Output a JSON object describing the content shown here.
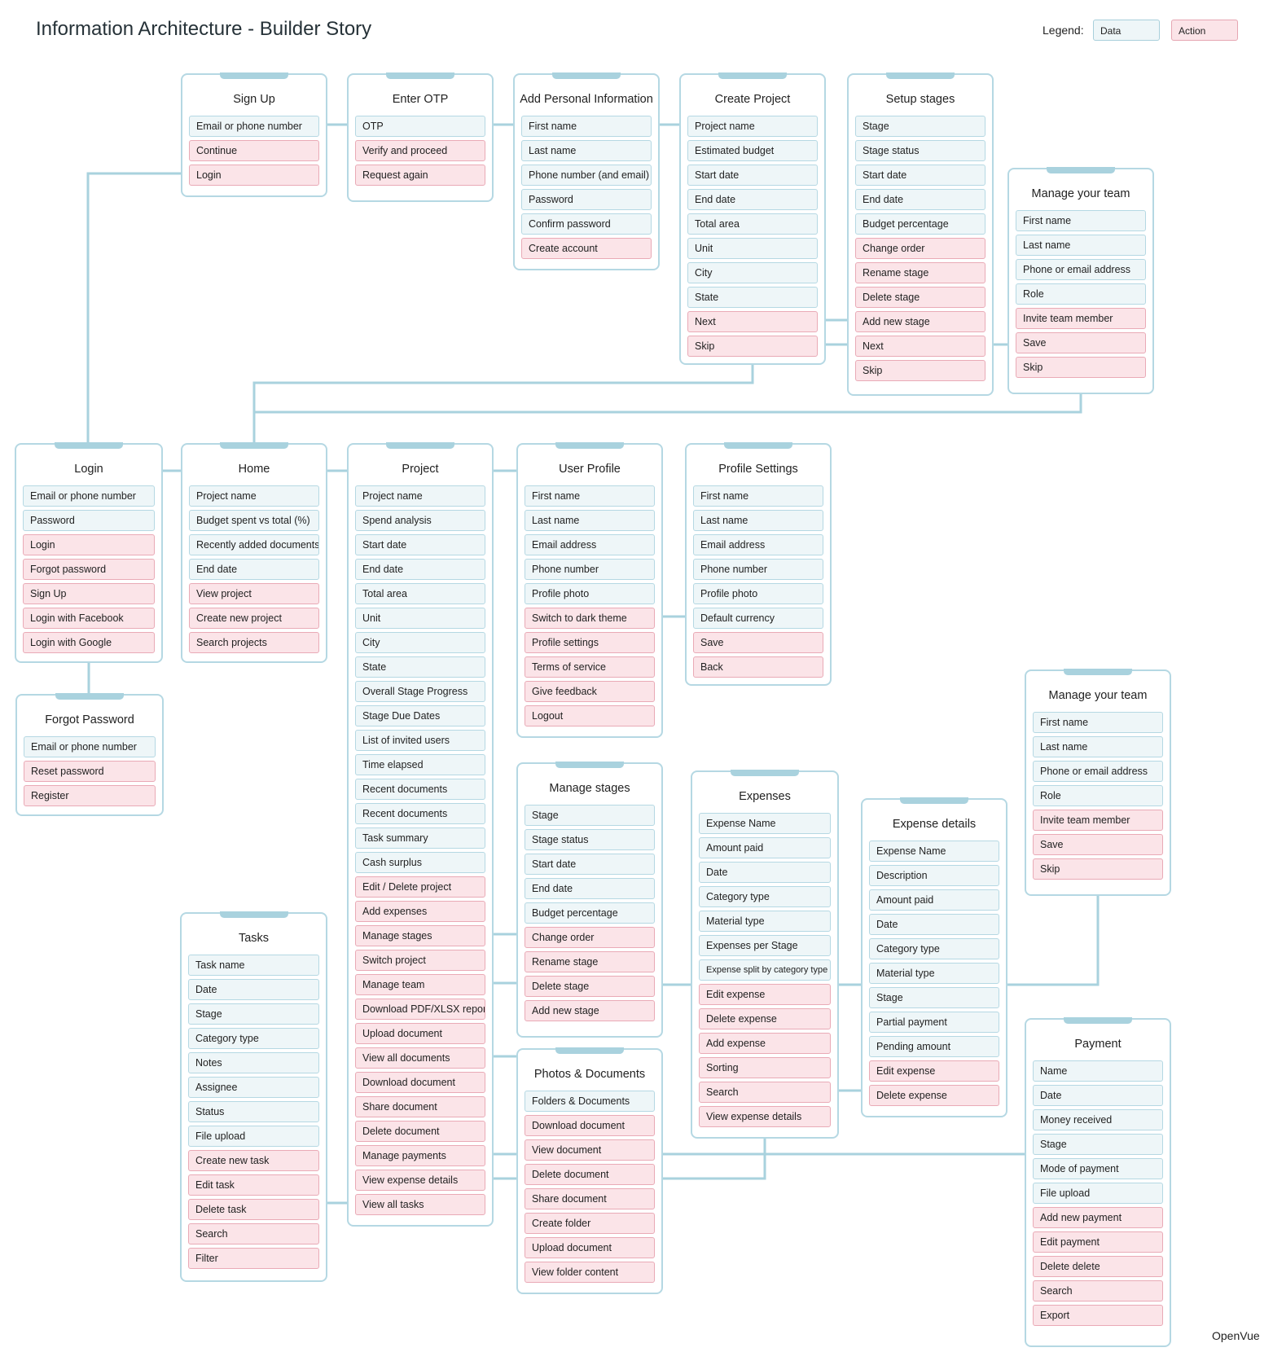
{
  "title": "Information Architecture - Builder Story",
  "legend": {
    "label": "Legend:",
    "data": "Data",
    "action": "Action"
  },
  "footer": "OpenVue",
  "colors": {
    "data_fill": "#eef6f8",
    "data_border": "#b5d8e3",
    "action_fill": "#fbe4e8",
    "action_border": "#e9aab6",
    "connector": "#a9d2de"
  },
  "cards": [
    {
      "id": "signup",
      "title": "Sign Up",
      "items": [
        {
          "label": "Email or phone number",
          "kind": "data"
        },
        {
          "label": "Continue",
          "kind": "action"
        },
        {
          "label": "Login",
          "kind": "action"
        }
      ]
    },
    {
      "id": "otp",
      "title": "Enter OTP",
      "items": [
        {
          "label": "OTP",
          "kind": "data"
        },
        {
          "label": "Verify and proceed",
          "kind": "action"
        },
        {
          "label": "Request again",
          "kind": "action"
        }
      ]
    },
    {
      "id": "personal",
      "title": "Add Personal Information",
      "items": [
        {
          "label": "First name",
          "kind": "data"
        },
        {
          "label": "Last name",
          "kind": "data"
        },
        {
          "label": "Phone number (and email)",
          "kind": "data"
        },
        {
          "label": "Password",
          "kind": "data"
        },
        {
          "label": "Confirm password",
          "kind": "data"
        },
        {
          "label": "Create account",
          "kind": "action"
        }
      ]
    },
    {
      "id": "create-project",
      "title": "Create Project",
      "items": [
        {
          "label": "Project name",
          "kind": "data"
        },
        {
          "label": "Estimated budget",
          "kind": "data"
        },
        {
          "label": "Start date",
          "kind": "data"
        },
        {
          "label": "End date",
          "kind": "data"
        },
        {
          "label": "Total area",
          "kind": "data"
        },
        {
          "label": "Unit",
          "kind": "data"
        },
        {
          "label": "City",
          "kind": "data"
        },
        {
          "label": "State",
          "kind": "data"
        },
        {
          "label": "Next",
          "kind": "action"
        },
        {
          "label": "Skip",
          "kind": "action"
        }
      ]
    },
    {
      "id": "setup-stages",
      "title": "Setup stages",
      "items": [
        {
          "label": "Stage",
          "kind": "data"
        },
        {
          "label": "Stage status",
          "kind": "data"
        },
        {
          "label": "Start date",
          "kind": "data"
        },
        {
          "label": "End date",
          "kind": "data"
        },
        {
          "label": "Budget percentage",
          "kind": "data"
        },
        {
          "label": "Change order",
          "kind": "action"
        },
        {
          "label": "Rename stage",
          "kind": "action"
        },
        {
          "label": "Delete stage",
          "kind": "action"
        },
        {
          "label": "Add new stage",
          "kind": "action"
        },
        {
          "label": "Next",
          "kind": "action"
        },
        {
          "label": "Skip",
          "kind": "action"
        }
      ]
    },
    {
      "id": "team-1",
      "title": "Manage your team",
      "items": [
        {
          "label": "First name",
          "kind": "data"
        },
        {
          "label": "Last name",
          "kind": "data"
        },
        {
          "label": "Phone or email address",
          "kind": "data"
        },
        {
          "label": "Role",
          "kind": "data"
        },
        {
          "label": "Invite team member",
          "kind": "action"
        },
        {
          "label": "Save",
          "kind": "action"
        },
        {
          "label": "Skip",
          "kind": "action"
        }
      ]
    },
    {
      "id": "login",
      "title": "Login",
      "items": [
        {
          "label": "Email or phone number",
          "kind": "data"
        },
        {
          "label": "Password",
          "kind": "data"
        },
        {
          "label": "Login",
          "kind": "action"
        },
        {
          "label": "Forgot password",
          "kind": "action"
        },
        {
          "label": "Sign Up",
          "kind": "action"
        },
        {
          "label": "Login with Facebook",
          "kind": "action"
        },
        {
          "label": "Login with Google",
          "kind": "action"
        }
      ]
    },
    {
      "id": "home",
      "title": "Home",
      "items": [
        {
          "label": "Project name",
          "kind": "data"
        },
        {
          "label": "Budget spent vs total (%)",
          "kind": "data"
        },
        {
          "label": "Recently added documents",
          "kind": "data"
        },
        {
          "label": "End date",
          "kind": "data"
        },
        {
          "label": "View project",
          "kind": "action"
        },
        {
          "label": "Create new project",
          "kind": "action"
        },
        {
          "label": "Search projects",
          "kind": "action"
        }
      ]
    },
    {
      "id": "project",
      "title": "Project",
      "items": [
        {
          "label": "Project name",
          "kind": "data"
        },
        {
          "label": "Spend analysis",
          "kind": "data"
        },
        {
          "label": "Start date",
          "kind": "data"
        },
        {
          "label": "End date",
          "kind": "data"
        },
        {
          "label": "Total area",
          "kind": "data"
        },
        {
          "label": "Unit",
          "kind": "data"
        },
        {
          "label": "City",
          "kind": "data"
        },
        {
          "label": "State",
          "kind": "data"
        },
        {
          "label": "Overall Stage Progress",
          "kind": "data"
        },
        {
          "label": "Stage Due Dates",
          "kind": "data"
        },
        {
          "label": "List of invited users",
          "kind": "data"
        },
        {
          "label": "Time elapsed",
          "kind": "data"
        },
        {
          "label": "Recent documents",
          "kind": "data"
        },
        {
          "label": "Recent documents",
          "kind": "data"
        },
        {
          "label": "Task summary",
          "kind": "data"
        },
        {
          "label": "Cash surplus",
          "kind": "data"
        },
        {
          "label": "Edit / Delete project",
          "kind": "action"
        },
        {
          "label": "Add expenses",
          "kind": "action"
        },
        {
          "label": "Manage stages",
          "kind": "action"
        },
        {
          "label": "Switch project",
          "kind": "action"
        },
        {
          "label": "Manage team",
          "kind": "action"
        },
        {
          "label": "Download PDF/XLSX report",
          "kind": "action"
        },
        {
          "label": "Upload document",
          "kind": "action"
        },
        {
          "label": "View all documents",
          "kind": "action"
        },
        {
          "label": "Download document",
          "kind": "action"
        },
        {
          "label": "Share document",
          "kind": "action"
        },
        {
          "label": "Delete document",
          "kind": "action"
        },
        {
          "label": "Manage payments",
          "kind": "action"
        },
        {
          "label": "View expense details",
          "kind": "action"
        },
        {
          "label": "View all tasks",
          "kind": "action"
        }
      ]
    },
    {
      "id": "user-profile",
      "title": "User Profile",
      "items": [
        {
          "label": "First name",
          "kind": "data"
        },
        {
          "label": "Last name",
          "kind": "data"
        },
        {
          "label": "Email address",
          "kind": "data"
        },
        {
          "label": "Phone number",
          "kind": "data"
        },
        {
          "label": "Profile photo",
          "kind": "data"
        },
        {
          "label": "Switch to dark theme",
          "kind": "action"
        },
        {
          "label": "Profile settings",
          "kind": "action"
        },
        {
          "label": "Terms of service",
          "kind": "action"
        },
        {
          "label": "Give feedback",
          "kind": "action"
        },
        {
          "label": "Logout",
          "kind": "action"
        }
      ]
    },
    {
      "id": "profile-settings",
      "title": "Profile Settings",
      "items": [
        {
          "label": "First name",
          "kind": "data"
        },
        {
          "label": "Last name",
          "kind": "data"
        },
        {
          "label": "Email address",
          "kind": "data"
        },
        {
          "label": "Phone number",
          "kind": "data"
        },
        {
          "label": "Profile photo",
          "kind": "data"
        },
        {
          "label": "Default currency",
          "kind": "data"
        },
        {
          "label": "Save",
          "kind": "action"
        },
        {
          "label": "Back",
          "kind": "action"
        }
      ]
    },
    {
      "id": "forgot",
      "title": "Forgot Password",
      "items": [
        {
          "label": "Email or phone number",
          "kind": "data"
        },
        {
          "label": "Reset password",
          "kind": "action"
        },
        {
          "label": "Register",
          "kind": "action"
        }
      ]
    },
    {
      "id": "team-2",
      "title": "Manage your team",
      "items": [
        {
          "label": "First name",
          "kind": "data"
        },
        {
          "label": "Last name",
          "kind": "data"
        },
        {
          "label": "Phone or email address",
          "kind": "data"
        },
        {
          "label": "Role",
          "kind": "data"
        },
        {
          "label": "Invite team member",
          "kind": "action"
        },
        {
          "label": "Save",
          "kind": "action"
        },
        {
          "label": "Skip",
          "kind": "action"
        }
      ]
    },
    {
      "id": "manage-stages",
      "title": "Manage stages",
      "items": [
        {
          "label": "Stage",
          "kind": "data"
        },
        {
          "label": "Stage status",
          "kind": "data"
        },
        {
          "label": "Start date",
          "kind": "data"
        },
        {
          "label": "End date",
          "kind": "data"
        },
        {
          "label": "Budget percentage",
          "kind": "data"
        },
        {
          "label": "Change order",
          "kind": "action"
        },
        {
          "label": "Rename stage",
          "kind": "action"
        },
        {
          "label": "Delete stage",
          "kind": "action"
        },
        {
          "label": "Add new stage",
          "kind": "action"
        }
      ]
    },
    {
      "id": "expenses",
      "title": "Expenses",
      "items": [
        {
          "label": "Expense Name",
          "kind": "data"
        },
        {
          "label": "Amount paid",
          "kind": "data"
        },
        {
          "label": "Date",
          "kind": "data"
        },
        {
          "label": "Category type",
          "kind": "data"
        },
        {
          "label": "Material type",
          "kind": "data"
        },
        {
          "label": "Expenses per Stage",
          "kind": "data"
        },
        {
          "label": "Expense split by category type",
          "kind": "data",
          "small": true
        },
        {
          "label": "Edit expense",
          "kind": "action"
        },
        {
          "label": "Delete expense",
          "kind": "action"
        },
        {
          "label": "Add expense",
          "kind": "action"
        },
        {
          "label": "Sorting",
          "kind": "action"
        },
        {
          "label": "Search",
          "kind": "action"
        },
        {
          "label": "View expense details",
          "kind": "action"
        }
      ]
    },
    {
      "id": "expense-details",
      "title": "Expense details",
      "items": [
        {
          "label": "Expense Name",
          "kind": "data"
        },
        {
          "label": "Description",
          "kind": "data"
        },
        {
          "label": "Amount paid",
          "kind": "data"
        },
        {
          "label": "Date",
          "kind": "data"
        },
        {
          "label": "Category type",
          "kind": "data"
        },
        {
          "label": "Material type",
          "kind": "data"
        },
        {
          "label": "Stage",
          "kind": "data"
        },
        {
          "label": "Partial payment",
          "kind": "data"
        },
        {
          "label": "Pending amount",
          "kind": "data"
        },
        {
          "label": "Edit expense",
          "kind": "action"
        },
        {
          "label": "Delete expense",
          "kind": "action"
        }
      ]
    },
    {
      "id": "tasks",
      "title": "Tasks",
      "items": [
        {
          "label": "Task name",
          "kind": "data"
        },
        {
          "label": "Date",
          "kind": "data"
        },
        {
          "label": "Stage",
          "kind": "data"
        },
        {
          "label": "Category type",
          "kind": "data"
        },
        {
          "label": "Notes",
          "kind": "data"
        },
        {
          "label": "Assignee",
          "kind": "data"
        },
        {
          "label": "Status",
          "kind": "data"
        },
        {
          "label": "File upload",
          "kind": "data"
        },
        {
          "label": "Create new task",
          "kind": "action"
        },
        {
          "label": "Edit task",
          "kind": "action"
        },
        {
          "label": "Delete task",
          "kind": "action"
        },
        {
          "label": "Search",
          "kind": "action"
        },
        {
          "label": "Filter",
          "kind": "action"
        }
      ]
    },
    {
      "id": "photos",
      "title": "Photos & Documents",
      "items": [
        {
          "label": "Folders & Documents",
          "kind": "data"
        },
        {
          "label": "Download document",
          "kind": "action"
        },
        {
          "label": "View document",
          "kind": "action"
        },
        {
          "label": "Delete document",
          "kind": "action"
        },
        {
          "label": "Share document",
          "kind": "action"
        },
        {
          "label": "Create folder",
          "kind": "action"
        },
        {
          "label": "Upload document",
          "kind": "action"
        },
        {
          "label": "View folder content",
          "kind": "action"
        }
      ]
    },
    {
      "id": "payment",
      "title": "Payment",
      "items": [
        {
          "label": "Name",
          "kind": "data"
        },
        {
          "label": "Date",
          "kind": "data"
        },
        {
          "label": "Money received",
          "kind": "data"
        },
        {
          "label": "Stage",
          "kind": "data"
        },
        {
          "label": "Mode of payment",
          "kind": "data"
        },
        {
          "label": "File upload",
          "kind": "data"
        },
        {
          "label": "Add new payment",
          "kind": "action"
        },
        {
          "label": "Edit payment",
          "kind": "action"
        },
        {
          "label": "Delete delete",
          "kind": "action"
        },
        {
          "label": "Search",
          "kind": "action"
        },
        {
          "label": "Export",
          "kind": "action"
        }
      ]
    }
  ]
}
